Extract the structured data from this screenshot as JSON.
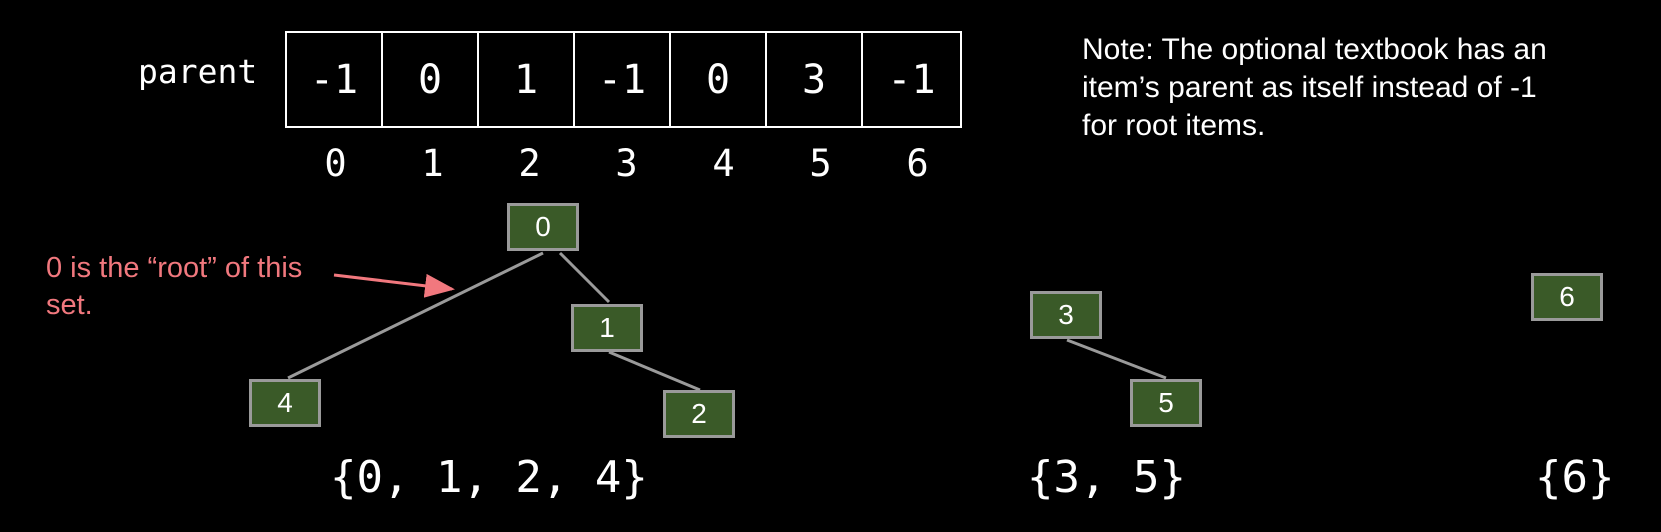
{
  "array": {
    "label": "parent",
    "values": [
      "-1",
      "0",
      "1",
      "-1",
      "0",
      "3",
      "-1"
    ],
    "indices": [
      "0",
      "1",
      "2",
      "3",
      "4",
      "5",
      "6"
    ]
  },
  "note": "Note: The optional textbook has an item’s parent as itself instead of -1 for root items.",
  "callout": "0 is the “root” of this set.",
  "colors": {
    "background": "#000000",
    "node_fill": "#3a5a28",
    "node_border": "#9a9a9a",
    "edge": "#9a9a9a",
    "callout": "#f1787e"
  },
  "nodes": {
    "n0": "0",
    "n1": "1",
    "n2": "2",
    "n3": "3",
    "n4": "4",
    "n5": "5",
    "n6": "6"
  },
  "sets": {
    "set_a": "{0, 1, 2, 4}",
    "set_b": "{3, 5}",
    "set_c": "{6}"
  }
}
